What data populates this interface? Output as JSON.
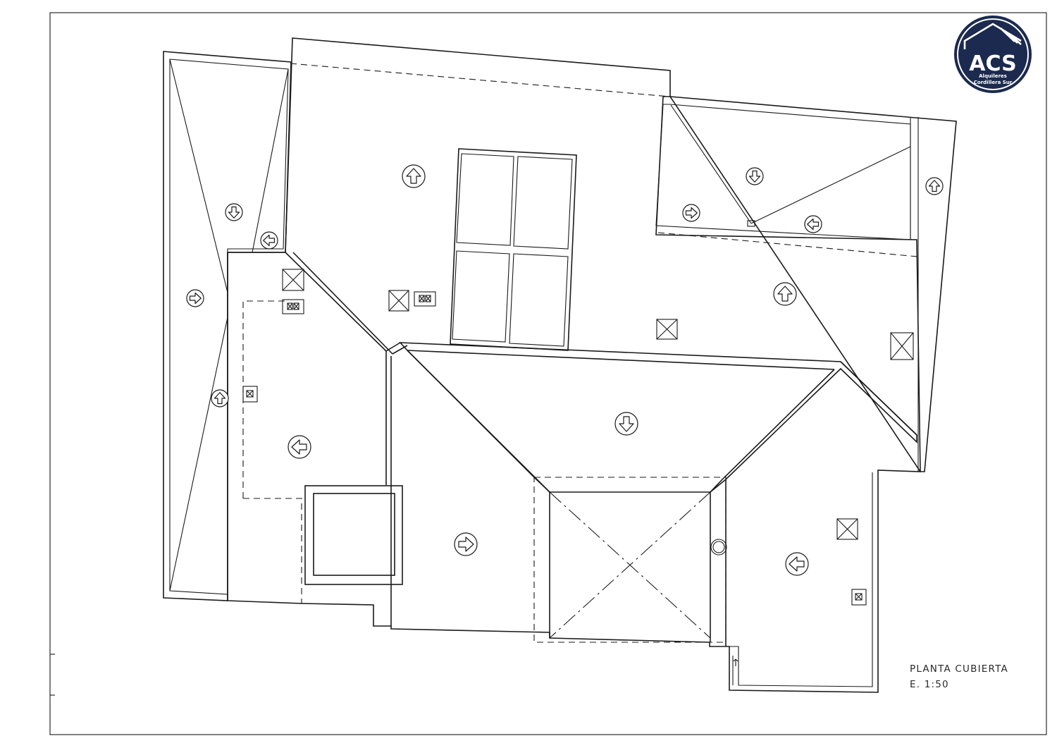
{
  "drawing": {
    "title": "PLANTA CUBIERTA",
    "scale": "E. 1:50"
  },
  "logo": {
    "initials": "ACS",
    "line1": "Alquileres",
    "line2": "Cordillera Sur",
    "colors": {
      "navy": "#1b2a4e",
      "ring": "#ffffff",
      "text": "#ffffff"
    }
  },
  "slope_arrows": [
    {
      "id": "a1",
      "direction": "down"
    },
    {
      "id": "a2",
      "direction": "left"
    },
    {
      "id": "a3",
      "direction": "right"
    },
    {
      "id": "a4",
      "direction": "up"
    },
    {
      "id": "a5",
      "direction": "up"
    },
    {
      "id": "a6",
      "direction": "left"
    },
    {
      "id": "a7",
      "direction": "down"
    },
    {
      "id": "a8",
      "direction": "right"
    },
    {
      "id": "a9",
      "direction": "left"
    },
    {
      "id": "a10",
      "direction": "up"
    },
    {
      "id": "a11",
      "direction": "up"
    },
    {
      "id": "a12",
      "direction": "down"
    },
    {
      "id": "a13",
      "direction": "right"
    },
    {
      "id": "a14",
      "direction": "left"
    }
  ]
}
